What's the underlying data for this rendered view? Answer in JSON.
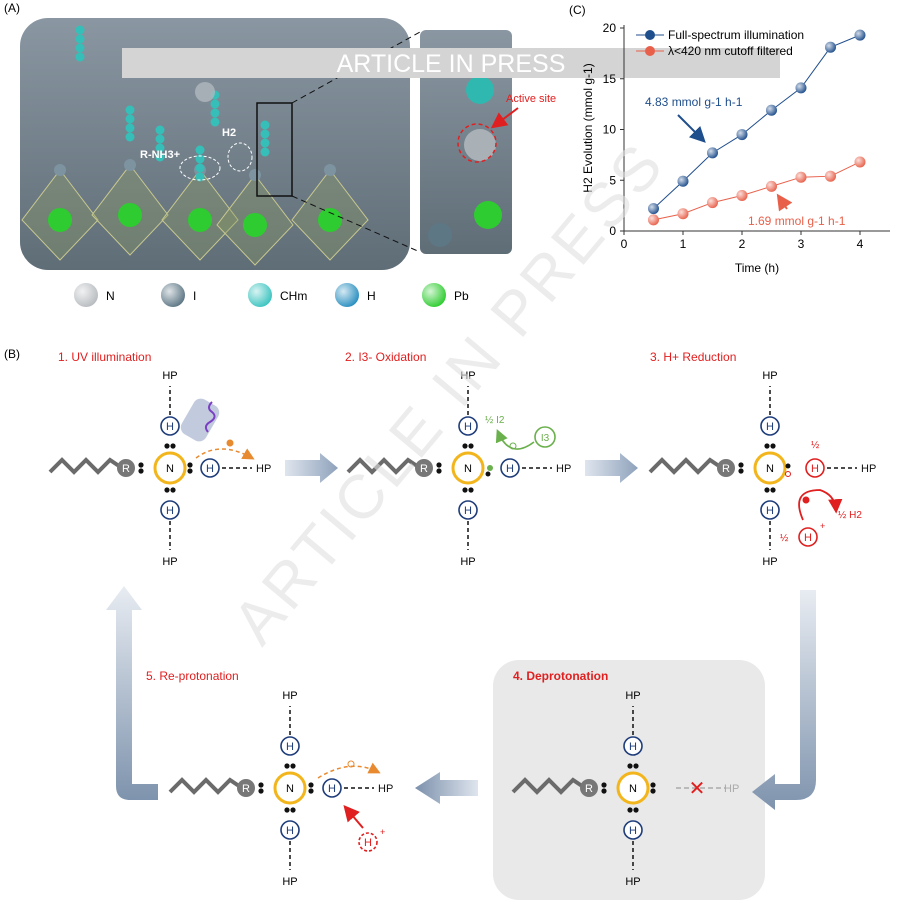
{
  "panel_labels": {
    "a": "(A)",
    "b": "(B)",
    "c": "(C)"
  },
  "panel_a": {
    "labels": {
      "rnh3": "R-NH3+",
      "h2": "H2",
      "active_site": "Active site"
    },
    "legend": [
      {
        "label": "N",
        "color": "#b8bcc0"
      },
      {
        "label": "I",
        "color": "#5d7785"
      },
      {
        "label": "CHm",
        "color": "#3cc4c0"
      },
      {
        "label": "H",
        "color": "#2a8fc0"
      },
      {
        "label": "Pb",
        "color": "#2ecc30"
      }
    ]
  },
  "banner": "ARTICLE IN PRESS",
  "watermark": "ARTICLE IN PRESS",
  "chart_data": {
    "type": "line",
    "xlabel": "Time (h)",
    "ylabel": "H2 Evolution (mmol g-1)",
    "xlim": [
      0,
      4.5
    ],
    "ylim": [
      0,
      20
    ],
    "xticks": [
      "0",
      "1",
      "2",
      "3",
      "4"
    ],
    "yticks": [
      "0",
      "5",
      "10",
      "15",
      "20"
    ],
    "x": [
      0.5,
      1,
      1.5,
      2,
      2.5,
      3,
      3.5,
      4
    ],
    "series": [
      {
        "name": "Full-spectrum illumination",
        "color": "#1f4e8c",
        "values": [
          2.2,
          4.9,
          7.7,
          9.5,
          11.9,
          14.1,
          18.1,
          19.3
        ],
        "annotation": "4.83 mmol g-1 h-1"
      },
      {
        "name": "λ<420 nm cutoff filtered",
        "color": "#e8604a",
        "values": [
          1.1,
          1.7,
          2.8,
          3.5,
          4.4,
          5.3,
          5.4,
          6.8
        ],
        "annotation": "1.69 mmol g-1 h-1"
      }
    ],
    "legend_position": "top-left"
  },
  "steps": [
    {
      "label": "1. UV illumination"
    },
    {
      "label": "2. I3- Oxidation"
    },
    {
      "label": "3. H+ Reduction"
    },
    {
      "label": "4. Deprotonation"
    },
    {
      "label": "5. Re-protonation"
    }
  ],
  "atoms": {
    "n": "N",
    "h": "H",
    "r": "R",
    "hp": "HP",
    "i3": "I3",
    "half_i2": "½ I2",
    "half": "½",
    "half_h2": "½ H2",
    "h_plus": "H+"
  }
}
